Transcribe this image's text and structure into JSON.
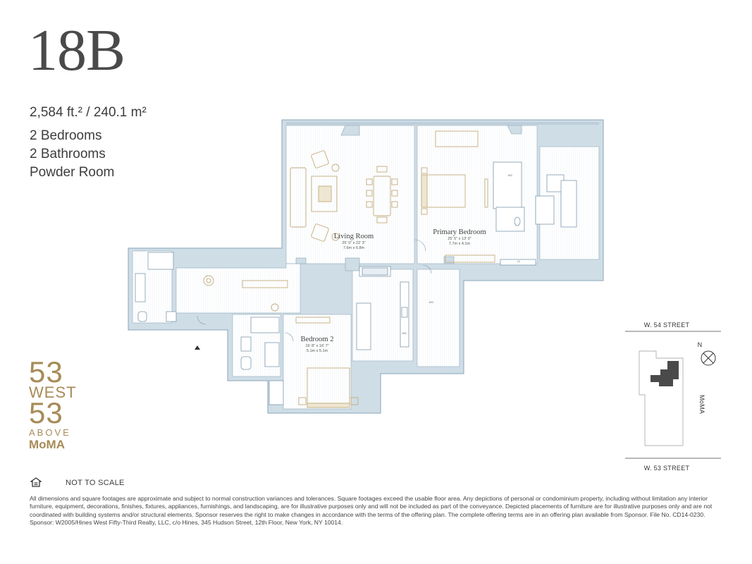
{
  "unit": {
    "name": "18B",
    "area": "2,584 ft.² / 240.1 m²",
    "features": [
      "2 Bedrooms",
      "2 Bathrooms",
      "Powder Room"
    ]
  },
  "plan": {
    "rooms": [
      {
        "label": "Living Room",
        "dims_imperial": "25' 0\" x 22' 3\"",
        "dims_metric": "7.6m x 6.8m"
      },
      {
        "label": "Primary Bedroom",
        "dims_imperial": "25' 5\" x 13' 0\"",
        "dims_metric": "7.7m x 4.1m"
      },
      {
        "label": "Bedroom 2",
        "dims_imperial": "16' 8\" x 16' 7\"",
        "dims_metric": "5.1m x 5.1m"
      }
    ],
    "labels": {
      "wic": "W/C",
      "wic2": "W/C",
      "lc": "LC",
      "wc": "W/C"
    },
    "colors": {
      "wall": "#cfdde6",
      "floor": "#ffffff",
      "line": "#8aa5b8",
      "furniture": "#c2ab7c"
    }
  },
  "keyplan": {
    "north_street": "W. 54 STREET",
    "south_street": "W. 53 STREET",
    "east_label": "MoMA",
    "compass_label": "N"
  },
  "branding": {
    "line1": "53",
    "line2": "WEST",
    "line3": "53",
    "line4": "ABOVE",
    "line5": "MoMA",
    "color": "#a78b57"
  },
  "scale_note": "NOT TO SCALE",
  "disclaimer": "All dimensions and square footages are approximate and subject to normal construction variances and tolerances.  Square footages exceed the usable floor area. Any depictions of personal or condominium property, including without limitation any interior furniture, equipment, decorations, finishes, fixtures, appliances, furnishings, and landscaping, are for illustrative purposes only and will not be included as part of the conveyance. Depicted placements of furniture are for illustrative purposes only and are not coordinated with building systems and/or structural elements. Sponsor reserves the right to make changes in accordance with the terms of the offering plan. The complete offering terms are in an offering plan available from Sponsor. File No. CD14-0230. Sponsor: W2005/Hines West Fifty-Third Realty, LLC, c/o Hines, 345 Hudson Street, 12th Floor, New York, NY 10014."
}
